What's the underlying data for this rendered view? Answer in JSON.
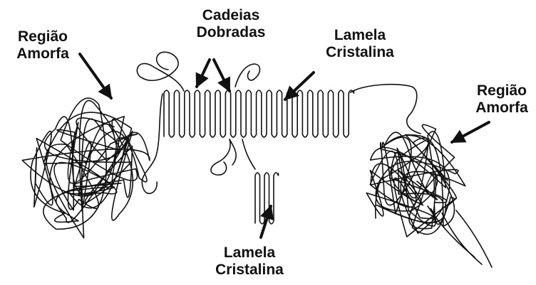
{
  "labels": {
    "amorphous_left": {
      "line1": "Região",
      "line2": "Amorfa"
    },
    "folded_chains": {
      "line1": "Cadeias",
      "line2": "Dobradas"
    },
    "lamella_top": {
      "line1": "Lamela",
      "line2": "Cristalina"
    },
    "amorphous_right": {
      "line1": "Região",
      "line2": "Amorfa"
    },
    "lamella_bottom": {
      "line1": "Lamela",
      "line2": "Cristalina"
    }
  },
  "colors": {
    "ink": "#111111",
    "background": "#ffffff"
  }
}
